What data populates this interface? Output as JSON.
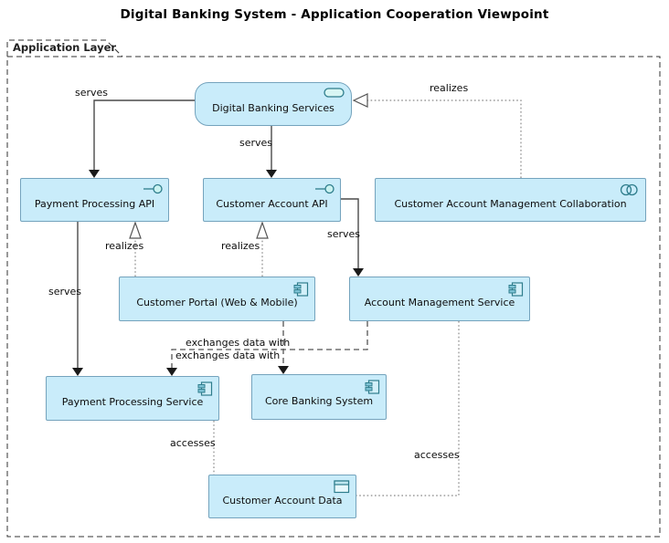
{
  "title": "Digital Banking System - Application Cooperation Viewpoint",
  "group": {
    "label": "Application Layer"
  },
  "colors": {
    "node_fill": "#c9ecfa",
    "node_border": "#74a3bd",
    "icon_stroke": "#2e7d8c",
    "line": "#4a4a4a",
    "background": "#ffffff"
  },
  "nodes": {
    "dbs": {
      "label": "Digital Banking Services",
      "element_type": "application-service"
    },
    "ppapi": {
      "label": "Payment Processing API",
      "element_type": "application-interface"
    },
    "caapi": {
      "label": "Customer Account API",
      "element_type": "application-interface"
    },
    "camc": {
      "label": "Customer Account Management Collaboration",
      "element_type": "application-collaboration"
    },
    "portal": {
      "label": "Customer Portal (Web & Mobile)",
      "element_type": "application-component"
    },
    "ams": {
      "label": "Account Management Service",
      "element_type": "application-component"
    },
    "pps": {
      "label": "Payment Processing Service",
      "element_type": "application-component"
    },
    "cbs": {
      "label": "Core Banking System",
      "element_type": "application-component"
    },
    "cad": {
      "label": "Customer Account Data",
      "element_type": "data-object"
    }
  },
  "edges": {
    "dbs_ppapi": {
      "from": "Digital Banking Services",
      "to": "Payment Processing API",
      "label": "serves",
      "type": "serving"
    },
    "dbs_caapi": {
      "from": "Digital Banking Services",
      "to": "Customer Account API",
      "label": "serves",
      "type": "serving"
    },
    "camc_dbs": {
      "from": "Customer Account Management Collaboration",
      "to": "Digital Banking Services",
      "label": "realizes",
      "type": "realization"
    },
    "portal_ppapi": {
      "from": "Customer Portal (Web & Mobile)",
      "to": "Payment Processing API",
      "label": "realizes",
      "type": "realization"
    },
    "portal_caapi": {
      "from": "Customer Portal (Web & Mobile)",
      "to": "Customer Account API",
      "label": "realizes",
      "type": "realization"
    },
    "caapi_ams": {
      "from": "Customer Account API",
      "to": "Account Management Service",
      "label": "serves",
      "type": "serving"
    },
    "ppapi_pps": {
      "from": "Payment Processing API",
      "to": "Payment Processing Service",
      "label": "serves",
      "type": "serving"
    },
    "portal_cbs": {
      "from": "Customer Portal (Web & Mobile)",
      "to": "Core Banking System",
      "label": "exchanges data with",
      "type": "flow"
    },
    "ams_pps": {
      "from": "Account Management Service",
      "to": "Payment Processing Service",
      "label": "exchanges data with",
      "type": "flow"
    },
    "pps_cad": {
      "from": "Payment Processing Service",
      "to": "Customer Account Data",
      "label": "accesses",
      "type": "access"
    },
    "ams_cad": {
      "from": "Account Management Service",
      "to": "Customer Account Data",
      "label": "accesses",
      "type": "access"
    }
  }
}
